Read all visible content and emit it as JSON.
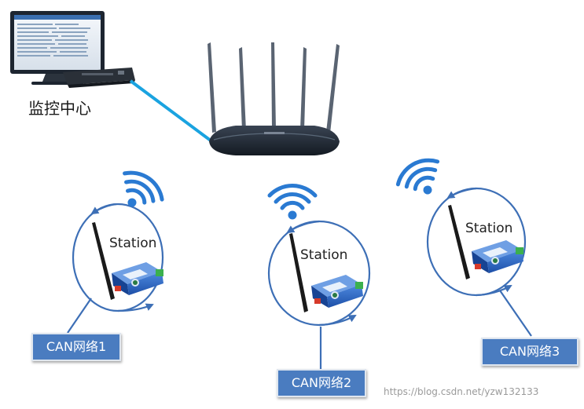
{
  "center": {
    "label": "监控中心"
  },
  "stations": [
    {
      "label": "Station",
      "network": "CAN网络1"
    },
    {
      "label": "Station",
      "network": "CAN网络2"
    },
    {
      "label": "Station",
      "network": "CAN网络3"
    }
  ],
  "watermark": "https://blog.csdn.net/yzw132133",
  "colors": {
    "link": "#1aa3e0",
    "label_bg": "#4a7cc0",
    "ring": "#3d6fb6",
    "wifi": "#2a7ad2",
    "device": "#2a66c8"
  },
  "icons": [
    "computer-icon",
    "router-icon",
    "wifi-icon",
    "antenna-icon",
    "can-device-icon"
  ]
}
